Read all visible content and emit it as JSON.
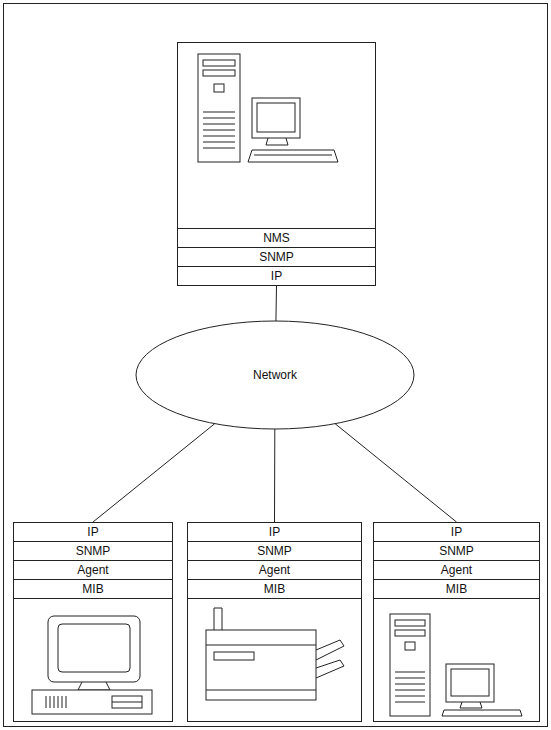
{
  "diagram": {
    "nodes": [
      {
        "text": []
      },
      {
        "text": [
          "NMS"
        ],
        "in": 0
      },
      {
        "text": [
          "SNMP"
        ],
        "in": 0
      },
      {
        "text": [
          "IP"
        ],
        "in": 0
      },
      {
        "text": [
          "Network"
        ]
      },
      {
        "text": []
      },
      {
        "text": [
          "IP"
        ],
        "in": 5
      },
      {
        "text": [
          "SNMP"
        ],
        "in": 5
      },
      {
        "text": [
          "Agent"
        ],
        "in": 5
      },
      {
        "text": [
          "MIB"
        ],
        "in": 5
      },
      {
        "text": []
      },
      {
        "text": [
          "IP"
        ],
        "in": 10
      },
      {
        "text": [
          "SNMP"
        ],
        "in": 10
      },
      {
        "text": [
          "Agent"
        ],
        "in": 10
      },
      {
        "text": [
          "MIB"
        ],
        "in": 10
      },
      {
        "text": []
      },
      {
        "text": [
          "IP"
        ],
        "in": 15
      },
      {
        "text": [
          "SNMP"
        ],
        "in": 15
      },
      {
        "text": [
          "Agent"
        ],
        "in": 15
      },
      {
        "text": [
          "MIB"
        ],
        "in": 15
      }
    ],
    "edges": [
      {
        "from": 0,
        "to": 4,
        "arrow": "none"
      },
      {
        "from": 4,
        "to": 5,
        "arrow": "none"
      },
      {
        "from": 4,
        "to": 10,
        "arrow": "none"
      },
      {
        "from": 4,
        "to": 15,
        "arrow": "none"
      }
    ]
  }
}
